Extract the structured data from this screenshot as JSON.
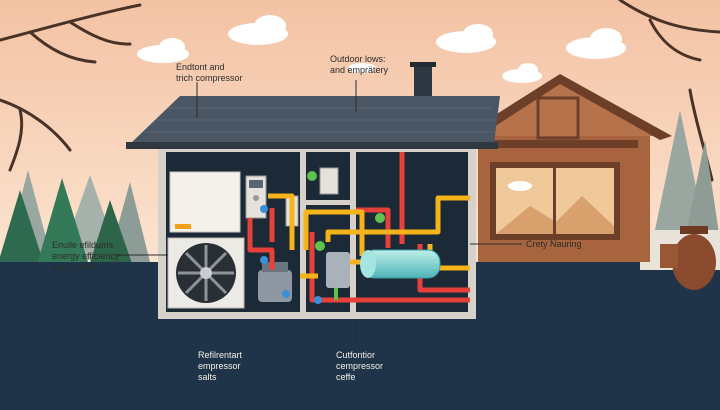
{
  "labels": {
    "compressor_top": "Endtont and\ntrich compressor",
    "outdoor_top": "Outdoor lows:\nand emprätery",
    "efficiency_left": "Enulle efildums\nenergy efficiency\nand comfort.",
    "right_side": "Crety Nauring",
    "bottom_left": "Refilrentart\nempressor\nsalts",
    "bottom_right": "Cutfontior\ncempressor\nceffe"
  },
  "colors": {
    "sky_top": "#f3c7a8",
    "sky_bottom": "#fde9d6",
    "roof": "#4a5663",
    "house_body": "#dcd8d0",
    "interior": "#1b2a36",
    "brick": "#a8633f",
    "pipe_hot": "#e5413a",
    "pipe_warm": "#f4b41a",
    "ground": "#1f3448",
    "tank": "#7fd3d0"
  },
  "icons": [
    "fan-icon",
    "outdoor-unit-icon",
    "heat-exchanger-icon",
    "tree-icon",
    "cloud-icon",
    "chimney-icon",
    "valve-icon"
  ]
}
